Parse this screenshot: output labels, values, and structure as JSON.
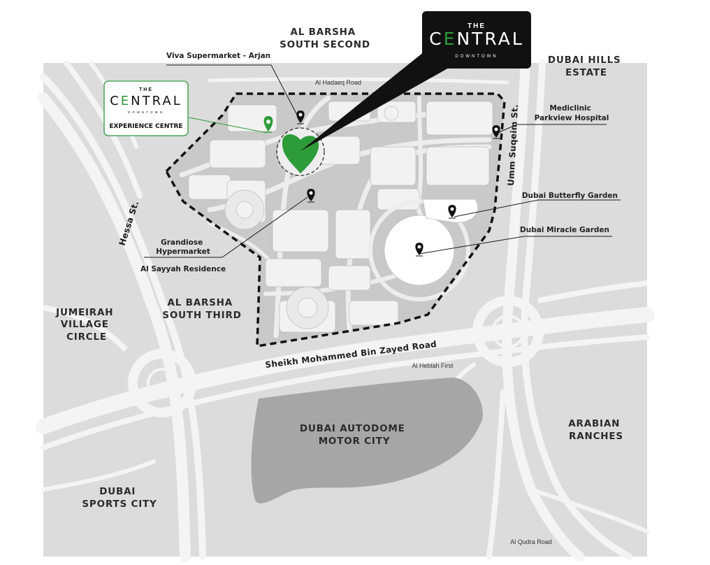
{
  "colors": {
    "background": "#dcdcdc",
    "roads": "#f4f4f4",
    "autodrome": "#a6a6a6",
    "accent_green": "#2d9b3a",
    "logo_bg": "#111111"
  },
  "main_logo": {
    "the": "THE",
    "name_prefix": "C",
    "name_highlight": "E",
    "name_suffix": "NTRAL",
    "subtitle": "DOWNTOWN"
  },
  "experience_centre": {
    "the": "THE",
    "name_prefix": "C",
    "name_highlight": "E",
    "name_suffix": "NTRAL",
    "subtitle": "DOWNTOWN",
    "caption": "EXPERIENCE CENTRE"
  },
  "areas": {
    "al_barsha_south_second": [
      "AL BARSHA",
      "SOUTH SECOND"
    ],
    "dubai_hills_estate": [
      "DUBAI HILLS",
      "ESTATE"
    ],
    "jumeirah_village_circle": [
      "JUMEIRAH",
      "VILLAGE",
      "CIRCLE"
    ],
    "al_barsha_south_third": [
      "AL BARSHA",
      "SOUTH THIRD"
    ],
    "dubai_autodome": [
      "DUBAI AUTODOME",
      "MOTOR CITY"
    ],
    "arabian_ranches": [
      "ARABIAN",
      "RANCHES"
    ],
    "dubai_sports_city": [
      "DUBAI",
      "SPORTS CITY"
    ]
  },
  "roads": {
    "hessa": "Hessa St.",
    "umm_suqeim": "Umm Suqeim St.",
    "sheikh_mbz": "Sheikh Mohammed Bin Zayed Road",
    "al_hadaeq": "Al Hadaeq Road",
    "al_hebiah": "Al Hebiah First",
    "al_qudra": "Al Qudra Road"
  },
  "pois": {
    "viva": "Viva Supermarket - Arjan",
    "mediclinic": [
      "Mediclinic",
      "Parkview Hospital"
    ],
    "butterfly": "Dubai Butterfly Garden",
    "miracle": "Dubai Miracle Garden",
    "grandiose": [
      "Grandiose",
      "Hypermarket"
    ],
    "al_sayyah": "Al Sayyah Residence"
  }
}
